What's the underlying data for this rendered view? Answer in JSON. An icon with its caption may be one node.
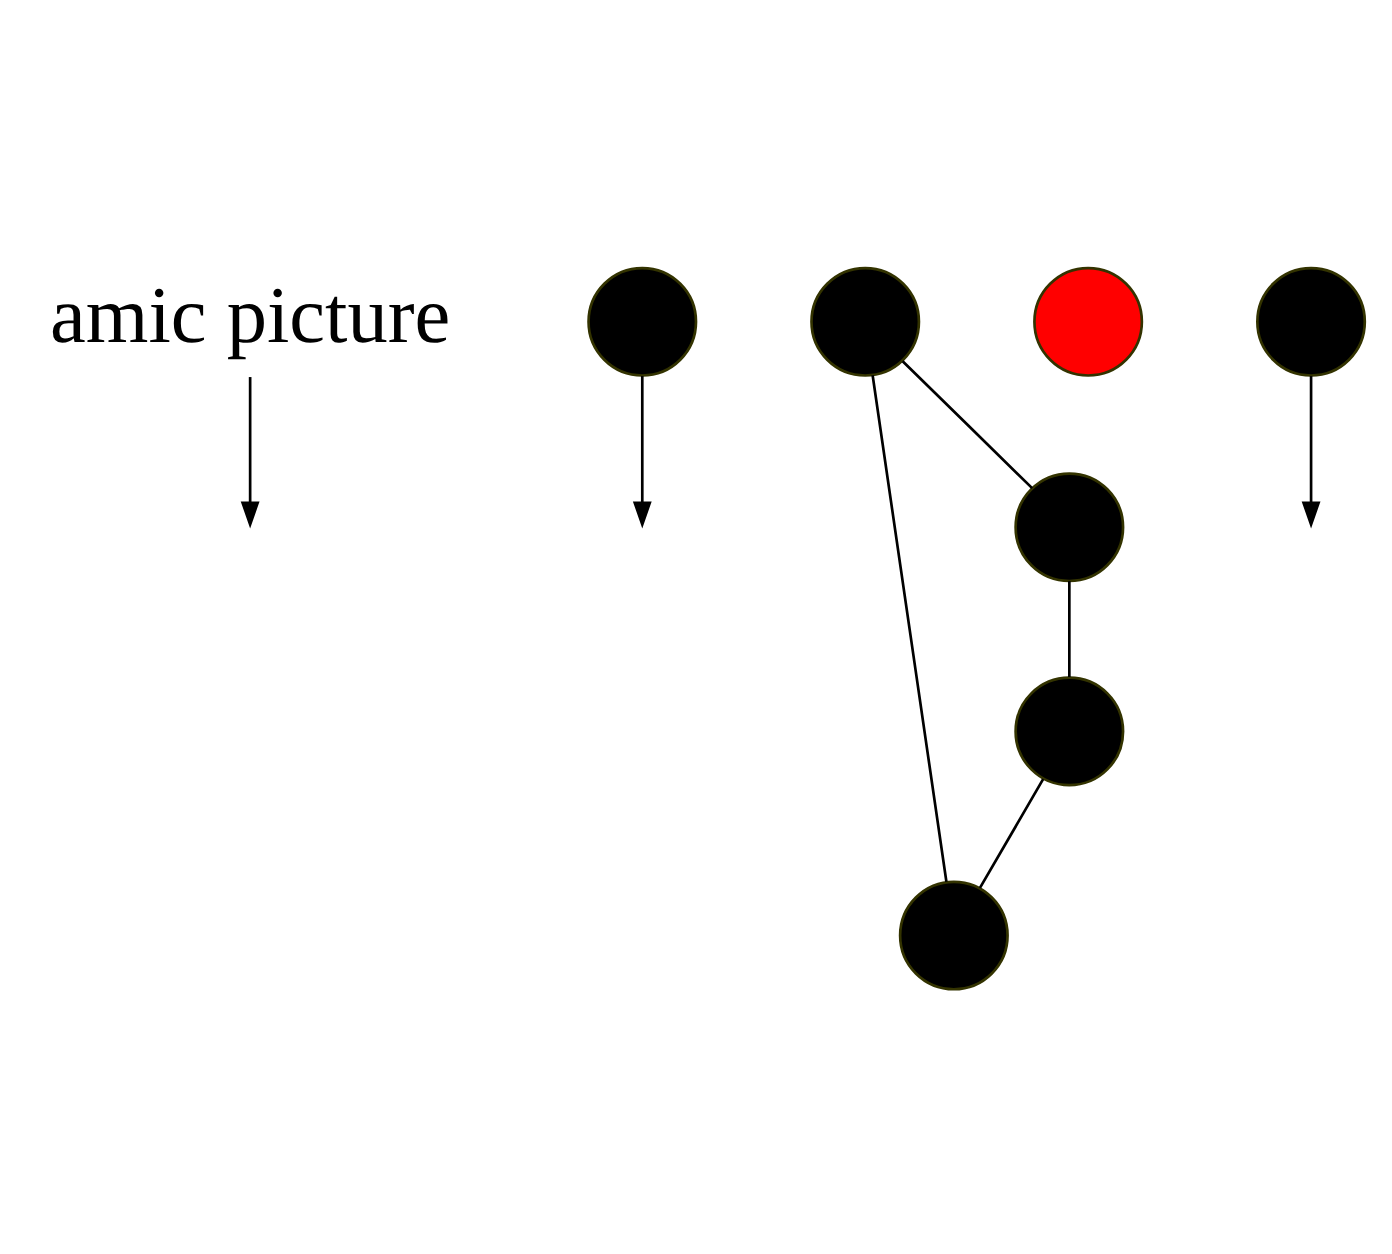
{
  "diagram": {
    "nodes": [
      {
        "text": [
          "amic picture"
        ]
      },
      {
        "text": [],
        "shape": "circle"
      },
      {
        "text": [],
        "shape": "circle"
      },
      {
        "text": [],
        "shape": "circle"
      },
      {
        "text": [],
        "shape": "circle"
      },
      {
        "text": [],
        "shape": "circle"
      },
      {
        "text": [],
        "shape": "circle"
      },
      {
        "text": [],
        "shape": "circle"
      }
    ],
    "edges": [
      {
        "from": 0,
        "to": null,
        "arrow": "to"
      },
      {
        "from": 1,
        "to": null,
        "arrow": "to"
      },
      {
        "from": 2,
        "to": 3,
        "arrow": "none"
      },
      {
        "from": 2,
        "to": 5,
        "arrow": "none"
      },
      {
        "from": 5,
        "to": 6,
        "arrow": "none"
      },
      {
        "from": 6,
        "to": 3,
        "arrow": "none"
      },
      {
        "from": 7,
        "to": null,
        "arrow": "to"
      }
    ]
  }
}
